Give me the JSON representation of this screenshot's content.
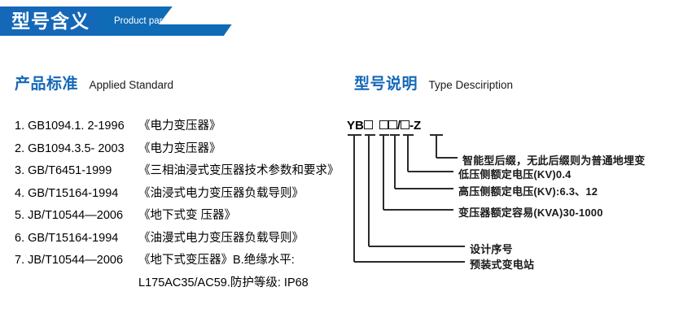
{
  "banner": {
    "title": "型号含义",
    "subtitle": "Product parameters",
    "dark_color": "#1568b8",
    "light_color": "#0f6bb5"
  },
  "sections": {
    "standard": {
      "cn": "产品标准",
      "en": "Applied Standard"
    },
    "type": {
      "cn": "型号说明",
      "en": "Type Desciription"
    }
  },
  "accent_color": "#1568b8",
  "standards": [
    {
      "code": "1. GB1094.1. 2-1996",
      "name": "《电力变压器》"
    },
    {
      "code": "2. GB1094.3.5- 2003",
      "name": "《电力变压器》"
    },
    {
      "code": "3. GB/T6451-1999",
      "name": "《三相油浸式变压器技术参数和要求》"
    },
    {
      "code": "4. GB/T15164-1994",
      "name": "《油浸式电力变压器负载导则》"
    },
    {
      "code": "5. JB/T10544—2006",
      "name": "《地下式变 压器》"
    },
    {
      "code": "6. GB/T15164-1994",
      "name": "《油漫式电力变压器负载导则》"
    },
    {
      "code": "7. JB/T10544—2006",
      "name": "《地下式变压器》B.绝缘水平:"
    }
  ],
  "standards_continuation": "L175AC35/AC59.防护等级: IP68",
  "model_code": {
    "tokens": [
      {
        "type": "text",
        "value": "YB"
      },
      {
        "type": "box",
        "value": ""
      },
      {
        "type": "box",
        "value": ""
      },
      {
        "type": "box",
        "value": ""
      },
      {
        "type": "text",
        "value": "/"
      },
      {
        "type": "box",
        "value": ""
      },
      {
        "type": "text",
        "value": "-"
      },
      {
        "type": "text",
        "value": "Z"
      }
    ],
    "display": "YB □ □□/□ - Z"
  },
  "callouts": [
    {
      "id": "suffix",
      "label": "智能型后缀，无此后缀则为普通地埋变"
    },
    {
      "id": "lv-voltage",
      "label": "低压侧额定电压(KV)0.4"
    },
    {
      "id": "hv-voltage",
      "label": "高压侧额定电压(KV):6.3、12"
    },
    {
      "id": "capacity",
      "label": "变压器额定容易(KVA)30-1000"
    },
    {
      "id": "design-serial",
      "label": "设计序号"
    },
    {
      "id": "substation",
      "label": "预装式变电站"
    }
  ]
}
